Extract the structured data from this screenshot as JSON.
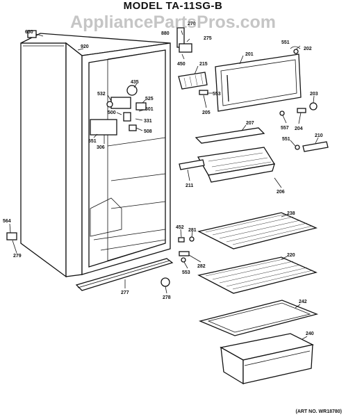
{
  "header": {
    "model_title": "MODEL TA-11SG-B"
  },
  "watermark": {
    "text": "AppliancePartsPros.com"
  },
  "footer": {
    "art_number": "(ART NO. WR18780)"
  },
  "part_labels": {
    "p630": "630",
    "p920": "920",
    "p880": "880",
    "p270": "270",
    "p275": "275",
    "p450": "450",
    "p215": "215",
    "p201": "201",
    "p551a": "551",
    "p202": "202",
    "p435": "435",
    "p532": "532",
    "p525": "525",
    "p500": "500",
    "p501": "501",
    "p331": "331",
    "p508": "508",
    "p551b": "551",
    "p306": "306",
    "p553a": "553",
    "p205": "205",
    "p203": "203",
    "p557": "557",
    "p204": "204",
    "p207": "207",
    "p551c": "551",
    "p210": "210",
    "p211": "211",
    "p206": "206",
    "p238": "238",
    "p564": "564",
    "p279": "279",
    "p452": "452",
    "p281": "281",
    "p282": "282",
    "p553b": "553",
    "p220": "220",
    "p277": "277",
    "p278": "278",
    "p242": "242",
    "p240": "240"
  }
}
